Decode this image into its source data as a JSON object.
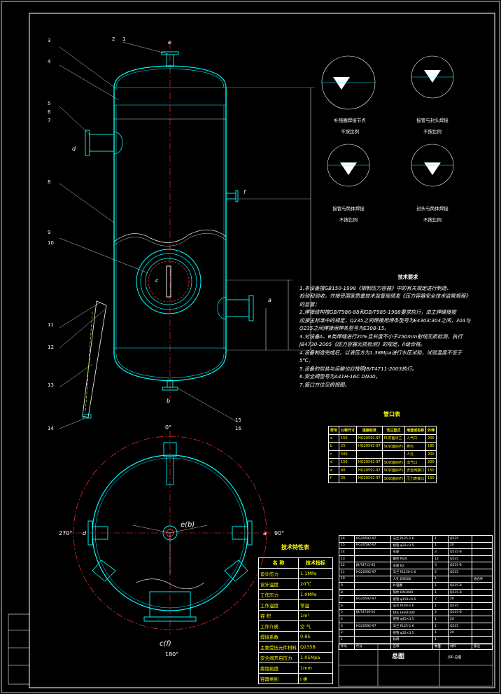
{
  "drawing": {
    "title": "总图",
    "drawing_no": "JSP-总图"
  },
  "elevation_view": {
    "nozzle_labels": [
      "e",
      "d",
      "f",
      "c",
      "a",
      "b"
    ],
    "part_callouts": [
      "1",
      "2",
      "3",
      "4",
      "5",
      "6",
      "7",
      "8",
      "9",
      "10",
      "11",
      "12",
      "13",
      "14",
      "15",
      "16"
    ]
  },
  "plan_view": {
    "angle_top": "0°",
    "angle_left": "270°",
    "angle_right": "90°",
    "angle_bottom": "180°",
    "label_left": "d",
    "label_right": "a",
    "label_center": "e(b)",
    "label_bottom": "c(f)"
  },
  "details": [
    {
      "name": "补强圈焊接节点",
      "scale": "不按比例"
    },
    {
      "name": "接管与封头焊接",
      "scale": "不按比例"
    },
    {
      "name": "接管与筒体焊接",
      "scale": "不按比例"
    },
    {
      "name": "封头与筒体焊接",
      "scale": "不按比例"
    }
  ],
  "tech_requirements": {
    "title": "技术要求",
    "items": [
      "1.本设备按GB150-1998《钢制压力容器》中的有关规定进行制造、",
      "检验和验收，并接受国家质量技术监督局颁发《压力容器安全技术监察规程》的监督；",
      "2.焊接结构按GB/T986-88和GB/T985-1988要求执行，由主焊缝接按",
      "应按主标准中的规定，Q235之间焊接用焊条型号为E4303;304之间，304与",
      "Q235之间焊接用焊条型号为E308-15。",
      "3.对设备A、B类焊缝进行20%且长度不小于250mm射线无损检测，执行",
      "JB4730-2005《压力容器无损检测》的规定，II级合格。",
      "4.设备制造完成后，以液压方为1.38Mpa进行水压试验，试验温度不低于",
      "5℃。",
      "5.设备的包装与运输也应按照JB/T4711-2003执行。",
      "6.安全阀型号为A41H-16C DN40。",
      "7.管口方位见俯视图。"
    ]
  },
  "nozzle_table": {
    "title": "管口表",
    "headers": [
      "符号",
      "公称尺寸",
      "连接标准",
      "法兰型式",
      "用途或名称",
      "外伸"
    ],
    "rows": [
      [
        "a",
        "150",
        "HG20592-97",
        "PL突面法兰",
        "入气口",
        "200"
      ],
      [
        "b",
        "25",
        "HG20592-97",
        "SO凹面(RF)",
        "排污",
        "180"
      ],
      [
        "c",
        "500",
        "",
        "",
        "人孔",
        "200"
      ],
      [
        "d",
        "150",
        "HG20592-97",
        "SO凹面(RF)",
        "出气口",
        "200"
      ],
      [
        "e",
        "40",
        "HG20592-97",
        "SO凹面(RF)",
        "安全阀接口",
        "150"
      ],
      [
        "f",
        "25",
        "HG20592-97",
        "SO凹面(RF)",
        "压力表接口",
        "150"
      ]
    ]
  },
  "spec_table": {
    "title": "技术特性表",
    "headers": [
      "名 称",
      "技术指标"
    ],
    "rows": [
      [
        "设计压力",
        "1.1MPa"
      ],
      [
        "设计温度",
        "20℃"
      ],
      [
        "工作压力",
        "1.0MPa"
      ],
      [
        "工作温度",
        "常温"
      ],
      [
        "容 积",
        "1m³"
      ],
      [
        "工作介质",
        "空 气"
      ],
      [
        "焊接系数",
        "0.85"
      ],
      [
        "主要受压元件材料",
        "Q235B"
      ],
      [
        "安全阀开启压力",
        "1.05Mpa"
      ],
      [
        "腐蚀裕度",
        "1mm"
      ],
      [
        "容器类别",
        "I 类"
      ]
    ]
  },
  "bom_table": {
    "headers": [
      "件号",
      "代号",
      "名称",
      "数量",
      "材料",
      "备注"
    ],
    "rows": [
      [
        "16",
        "HG20592-97",
        "法兰 PL25-1.6",
        "1",
        "Q235",
        ""
      ],
      [
        "15",
        "HG20592-97",
        "接管 φ32×3.5",
        "1",
        "20",
        ""
      ],
      [
        "14",
        "",
        "支座",
        "3",
        "Q235-B",
        ""
      ],
      [
        "13",
        "",
        "螺栓 M20",
        "12",
        "Q235",
        ""
      ],
      [
        "12",
        "JB/T4712-92",
        "支座 B2",
        "3",
        "Q235-B",
        ""
      ],
      [
        "11",
        "HG20592-97",
        "法兰 PL150-1.6",
        "2",
        "Q235",
        ""
      ],
      [
        "10",
        "",
        "人孔 DN500",
        "1",
        "",
        "组合件"
      ],
      [
        "9",
        "",
        "补强圈",
        "1",
        "Q235-B",
        ""
      ],
      [
        "8",
        "",
        "筒体 DN1000",
        "1",
        "Q235-B",
        ""
      ],
      [
        "7",
        "HG20592-97",
        "接管 φ159×4.5",
        "2",
        "20",
        ""
      ],
      [
        "6",
        "",
        "法兰 PL40-1.6",
        "1",
        "Q235",
        ""
      ],
      [
        "5",
        "JB/T4746-02",
        "封头 EHA1000",
        "2",
        "Q235-B",
        ""
      ],
      [
        "4",
        "",
        "接管 φ45×3.5",
        "1",
        "20",
        ""
      ],
      [
        "3",
        "HG20592-97",
        "法兰 PL25-1.6",
        "1",
        "Q235",
        ""
      ],
      [
        "2",
        "",
        "接管 φ32×3.5",
        "1",
        "20",
        ""
      ],
      [
        "1",
        "",
        "标牌",
        "1",
        "",
        ""
      ]
    ]
  }
}
